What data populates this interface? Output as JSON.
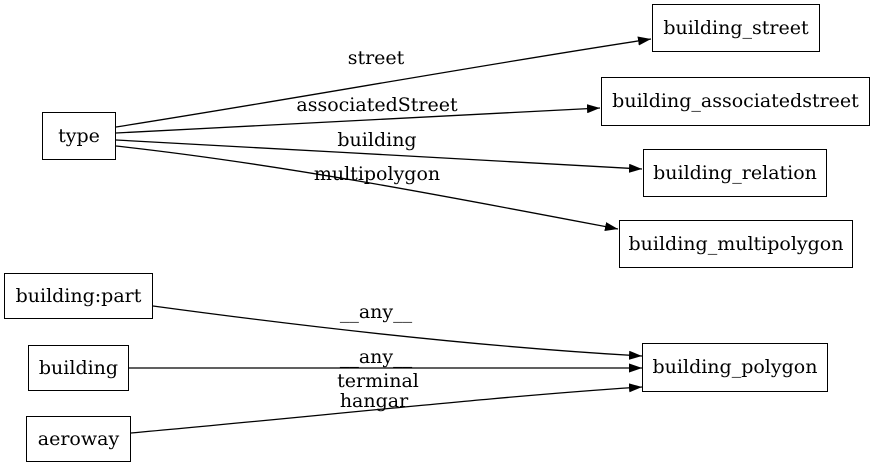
{
  "graph": {
    "nodes": {
      "type": {
        "label": "type"
      },
      "building_street": {
        "label": "building_street"
      },
      "building_associatedstreet": {
        "label": "building_associatedstreet"
      },
      "building_relation": {
        "label": "building_relation"
      },
      "building_multipolygon": {
        "label": "building_multipolygon"
      },
      "building_part": {
        "label": "building:part"
      },
      "building": {
        "label": "building"
      },
      "aeroway": {
        "label": "aeroway"
      },
      "building_polygon": {
        "label": "building_polygon"
      }
    },
    "edges": [
      {
        "from": "type",
        "to": "building_street",
        "label": "street"
      },
      {
        "from": "type",
        "to": "building_associatedstreet",
        "label": "associatedStreet"
      },
      {
        "from": "type",
        "to": "building_relation",
        "label": "building"
      },
      {
        "from": "type",
        "to": "building_multipolygon",
        "label": "multipolygon"
      },
      {
        "from": "building:part",
        "to": "building_polygon",
        "label": "__any__"
      },
      {
        "from": "building",
        "to": "building_polygon",
        "label": "__any__"
      },
      {
        "from": "aeroway",
        "to": "building_polygon",
        "label_lines": [
          "terminal",
          "hangar"
        ]
      }
    ],
    "colors": {
      "background": "#ffffff",
      "node_border": "#000000",
      "edge": "#000000",
      "text": "#000000"
    }
  }
}
